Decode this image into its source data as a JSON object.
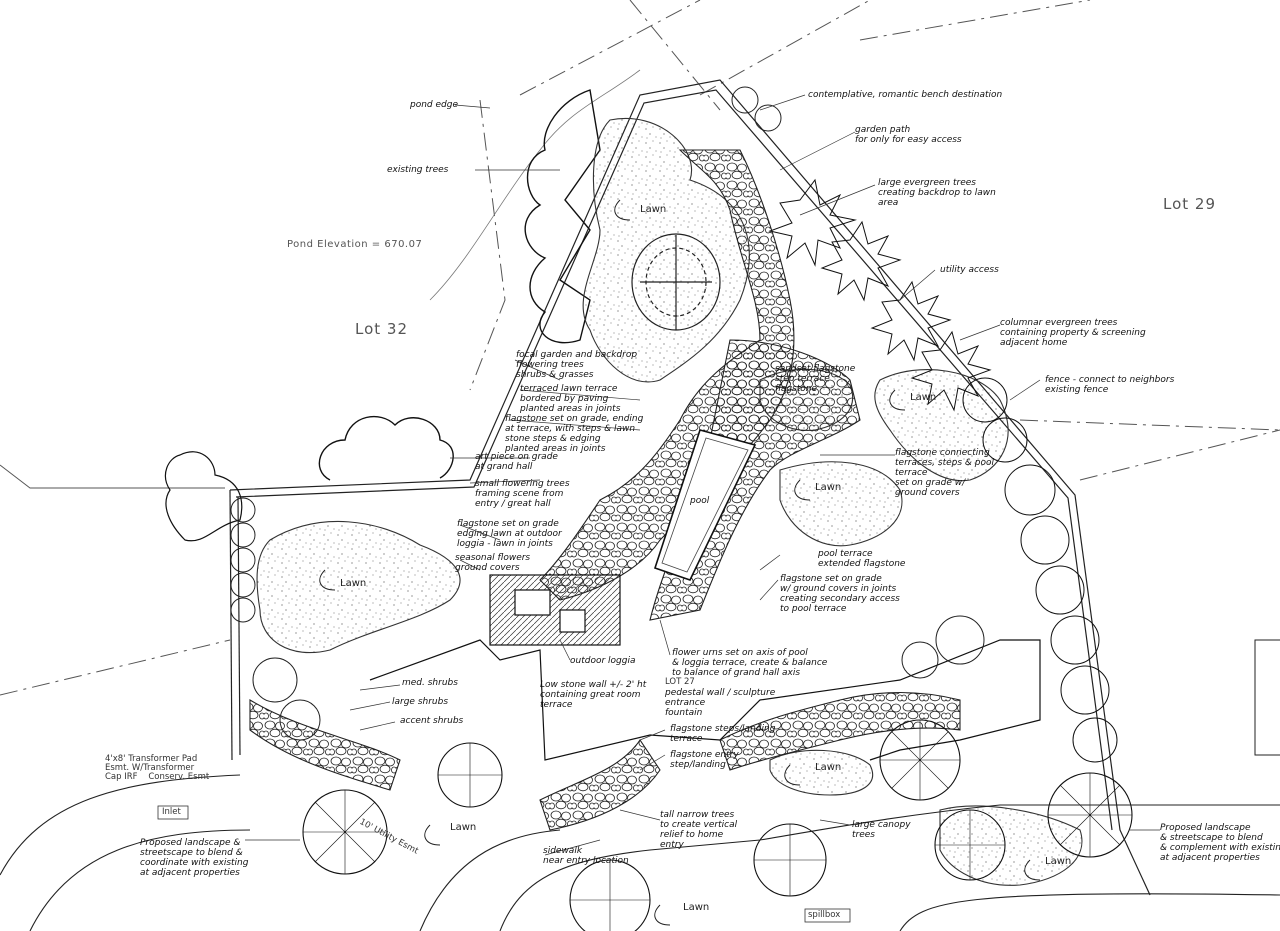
{
  "lots": {
    "lot32": "Lot 32",
    "lot29": "Lot 29",
    "lot27": "LOT 27"
  },
  "pond": {
    "edge": "pond edge",
    "elevation": "Pond Elevation = 670.07"
  },
  "lawns": [
    "Lawn",
    "Lawn",
    "Lawn",
    "Lawn",
    "Lawn",
    "Lawn",
    "Lawn",
    "Lawn"
  ],
  "pool": "pool",
  "inlet": "Inlet",
  "spillbox": "spillbox",
  "utility_easement": "10' Utility Esmt",
  "transformer": "4'x8' Transformer Pad\nEsmt. W/Transformer\nCap IRF    Conserv. Esmt",
  "notes": {
    "existing_trees": "existing trees",
    "contemplative": "contemplative, romantic bench destination",
    "garden_path": "garden path\nfor only for easy access",
    "evergreen": "large evergreen trees\ncreating backdrop to lawn\narea",
    "utility_access": "utility access",
    "columnar": "columnar evergreen trees\ncontaining property & screening\nadjacent home",
    "fence": "fence - connect to neighbors\nexisting fence",
    "sandset": "sandset flagstone\nstep terrace\nflagstone",
    "flagstone_terrace": "flagstone connecting\nterraces, steps & pool\nterrace\nset on grade w/\nground covers",
    "focal_garden": "focal garden and backdrop\nflowering trees\nshrubs & grasses",
    "terraced_lawn": "terraced lawn terrace\nbordered by paving\nplanted areas in joints",
    "flagstone_set": "flagstone set on grade, ending\nat terrace, with steps & lawn\nstone steps & edging\nplanted areas in joints",
    "art_piece": "art piece on grade\nat grand hall",
    "small_trees": "small flowering trees\nframing scene from\nentry / great hall",
    "flagstone_edging": "flagstone set on grade\nedging lawn at outdoor\nloggia - lawn in joints",
    "seasonal": "seasonal flowers\nground covers",
    "pool_terrace": "pool terrace\nextended flagstone",
    "flagstone_grade": "flagstone set on grade\nw/ ground covers in joints\ncreating secondary access\nto pool terrace",
    "outdoor_loggia": "outdoor loggia",
    "flower_urns": "flower urns set on axis of pool\n& loggia terrace, create & balance\nto balance of grand hall axis",
    "low_wall": "Low stone wall +/- 2' ht\ncontaining great room\nterrace",
    "pedestal": "pedestal wall / sculpture\nentrance\nfountain",
    "med_shrubs": "med. shrubs",
    "large_shrubs": "large shrubs",
    "accent_shrubs": "accent shrubs",
    "flagstone_steps": "flagstone steps/landing\nterrace",
    "flagstone_entry": "flagstone entry\nstep/landing",
    "narrow_trees": "tall narrow trees\nto create vertical\nrelief to home\nentry",
    "sidewalk": "sidewalk\nnear entry location",
    "large_canopy": "large canopy\ntrees",
    "proposed_left": "Proposed landscape &\nstreetscape to blend &\ncoordinate with existing\nat adjacent properties",
    "proposed_right": "Proposed landscape\n& streetscape to blend\n& complement with existing\nat adjacent properties"
  }
}
